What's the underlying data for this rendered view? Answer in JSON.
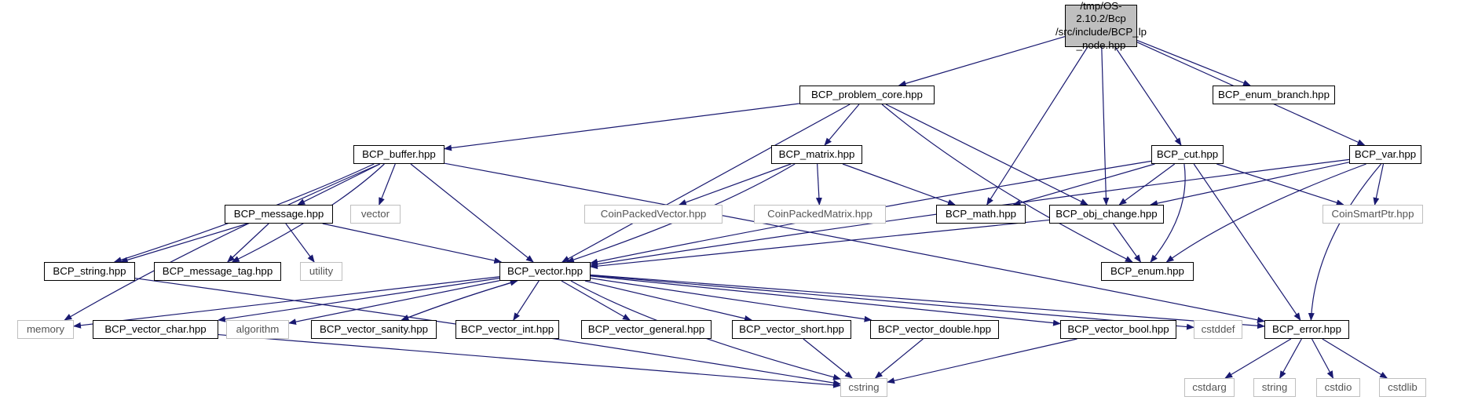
{
  "colors": {
    "edge": "#191970",
    "root_fill": "#bfbfbf",
    "ext_border": "#bfbfbf",
    "node_border": "#000000"
  },
  "nodes": {
    "root": "/tmp/OS-2.10.2/Bcp\n/src/include/BCP_lp\n_node.hpp",
    "problem_core": "BCP_problem_core.hpp",
    "enum_branch": "BCP_enum_branch.hpp",
    "buffer": "BCP_buffer.hpp",
    "matrix": "BCP_matrix.hpp",
    "cut": "BCP_cut.hpp",
    "var": "BCP_var.hpp",
    "message": "BCP_message.hpp",
    "vector_std": "vector",
    "coin_packed_vector": "CoinPackedVector.hpp",
    "coin_packed_matrix": "CoinPackedMatrix.hpp",
    "math": "BCP_math.hpp",
    "obj_change": "BCP_obj_change.hpp",
    "coin_smart_ptr": "CoinSmartPtr.hpp",
    "string_hpp": "BCP_string.hpp",
    "message_tag": "BCP_message_tag.hpp",
    "utility": "utility",
    "vector_hpp": "BCP_vector.hpp",
    "enum": "BCP_enum.hpp",
    "memory": "memory",
    "vector_char": "BCP_vector_char.hpp",
    "algorithm": "algorithm",
    "vector_sanity": "BCP_vector_sanity.hpp",
    "vector_int": "BCP_vector_int.hpp",
    "vector_general": "BCP_vector_general.hpp",
    "vector_short": "BCP_vector_short.hpp",
    "vector_double": "BCP_vector_double.hpp",
    "vector_bool": "BCP_vector_bool.hpp",
    "cstddef": "cstddef",
    "error": "BCP_error.hpp",
    "cstring": "cstring",
    "cstdarg": "cstdarg",
    "string_std": "string",
    "cstdio": "cstdio",
    "cstdlib": "cstdlib"
  }
}
